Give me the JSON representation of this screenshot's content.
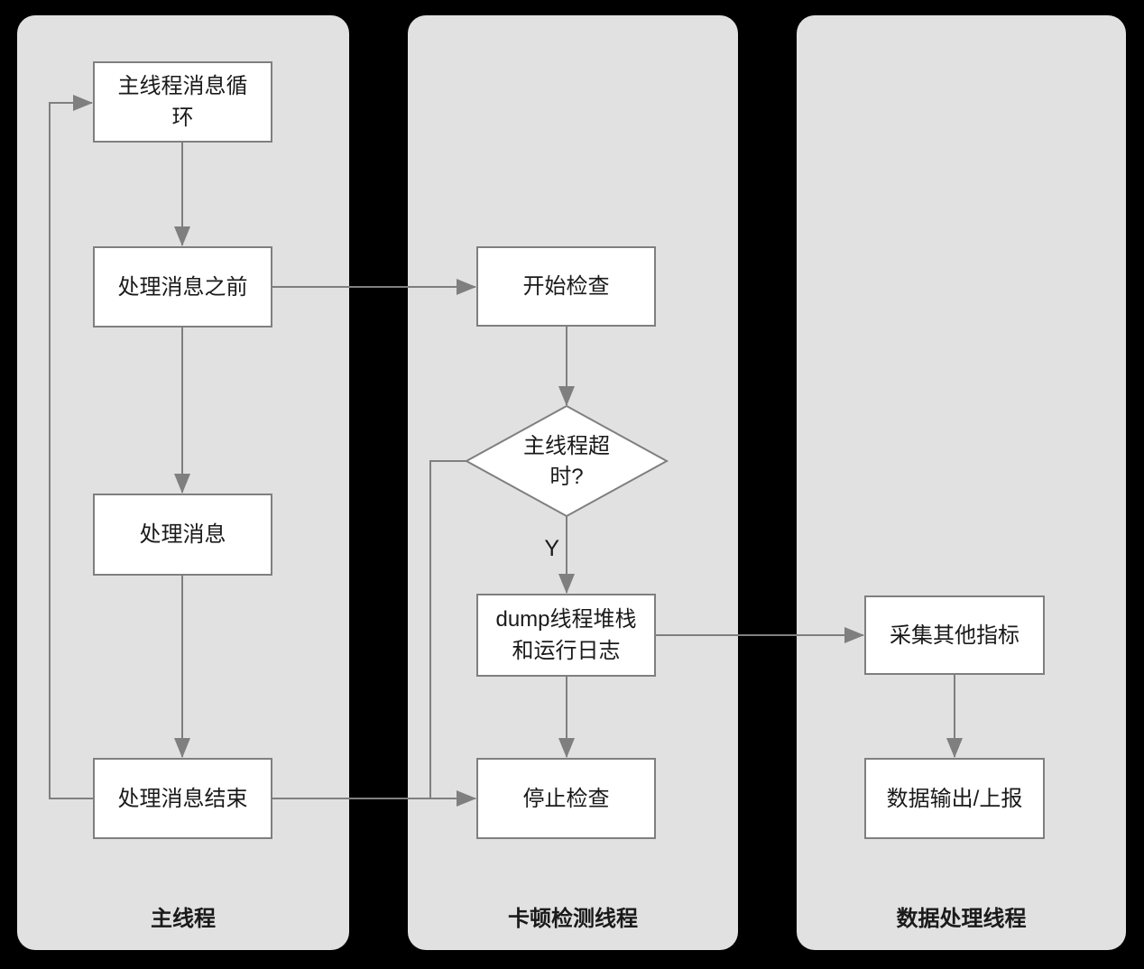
{
  "diagram": {
    "lanes": [
      {
        "id": "main-thread",
        "label": "主线程"
      },
      {
        "id": "lag-detect-thread",
        "label": "卡顿检测线程"
      },
      {
        "id": "data-process-thread",
        "label": "数据处理线程"
      }
    ],
    "nodes": {
      "main_loop": {
        "label": "主线程消息循环",
        "shape": "rect",
        "lane": "main-thread"
      },
      "before_msg": {
        "label": "处理消息之前",
        "shape": "rect",
        "lane": "main-thread"
      },
      "handle_msg": {
        "label": "处理消息",
        "shape": "rect",
        "lane": "main-thread"
      },
      "end_msg": {
        "label": "处理消息结束",
        "shape": "rect",
        "lane": "main-thread"
      },
      "start_check": {
        "label": "开始检查",
        "shape": "rect",
        "lane": "lag-detect-thread"
      },
      "timeout_q": {
        "label": "主线程超时?",
        "shape": "diamond",
        "lane": "lag-detect-thread"
      },
      "dump_stack": {
        "label": "dump线程堆栈和运行日志",
        "shape": "rect",
        "lane": "lag-detect-thread"
      },
      "stop_check": {
        "label": "停止检查",
        "shape": "rect",
        "lane": "lag-detect-thread"
      },
      "collect_metrics": {
        "label": "采集其他指标",
        "shape": "rect",
        "lane": "data-process-thread"
      },
      "data_output": {
        "label": "数据输出/上报",
        "shape": "rect",
        "lane": "data-process-thread"
      }
    },
    "edge_labels": {
      "timeout_yes": "Y"
    },
    "edges": [
      {
        "from": "main_loop",
        "to": "before_msg",
        "label": ""
      },
      {
        "from": "before_msg",
        "to": "handle_msg",
        "label": ""
      },
      {
        "from": "handle_msg",
        "to": "end_msg",
        "label": ""
      },
      {
        "from": "end_msg",
        "to": "main_loop",
        "label": "",
        "route": "loop-left"
      },
      {
        "from": "before_msg",
        "to": "start_check",
        "label": ""
      },
      {
        "from": "start_check",
        "to": "timeout_q",
        "label": ""
      },
      {
        "from": "timeout_q",
        "to": "dump_stack",
        "label": "Y"
      },
      {
        "from": "timeout_q",
        "to": "stop_check",
        "label": "",
        "route": "left-down"
      },
      {
        "from": "dump_stack",
        "to": "stop_check",
        "label": ""
      },
      {
        "from": "dump_stack",
        "to": "collect_metrics",
        "label": ""
      },
      {
        "from": "end_msg",
        "to": "stop_check",
        "label": ""
      },
      {
        "from": "collect_metrics",
        "to": "data_output",
        "label": ""
      }
    ],
    "colors": {
      "background": "#000000",
      "lane_fill": "#e1e1e1",
      "node_fill": "#ffffff",
      "stroke": "#7f7f7f",
      "text": "#1a1a1a"
    }
  }
}
